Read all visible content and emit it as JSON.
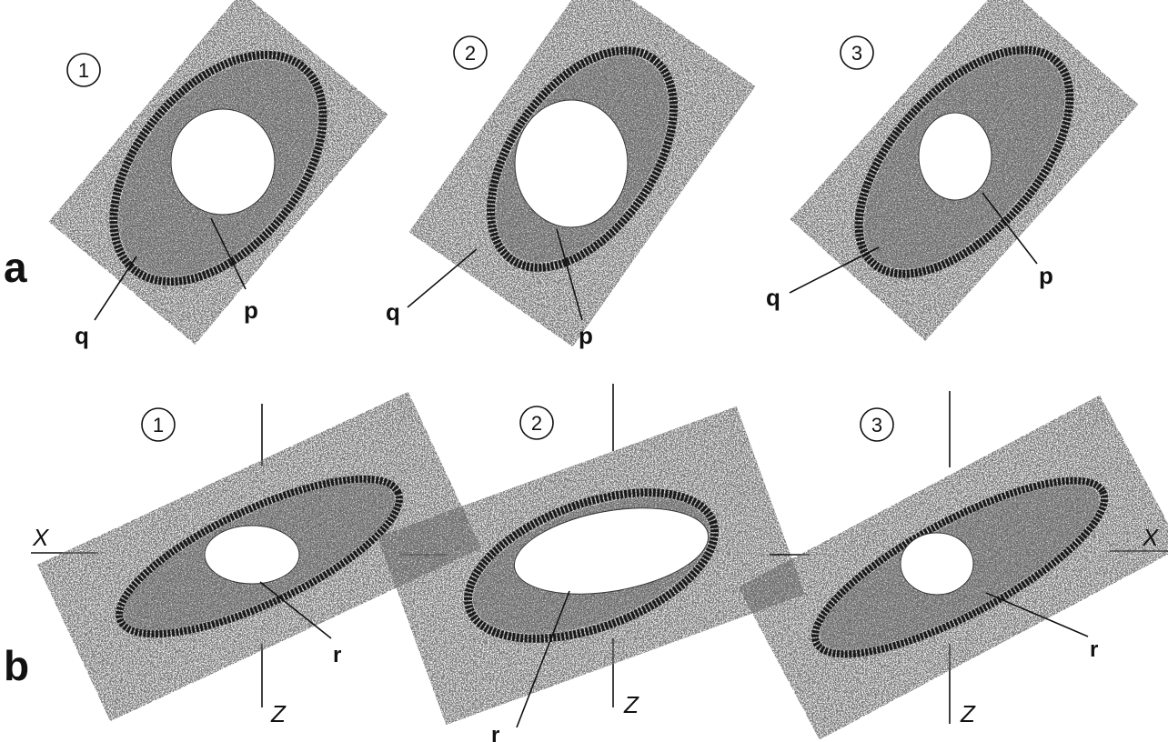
{
  "rows": [
    {
      "label": "a",
      "panels": [
        {
          "number": "1",
          "leaders": [
            "q",
            "p"
          ]
        },
        {
          "number": "2",
          "leaders": [
            "q",
            "p"
          ]
        },
        {
          "number": "3",
          "leaders": [
            "q",
            "p"
          ]
        }
      ]
    },
    {
      "label": "b",
      "panels": [
        {
          "number": "1",
          "leaders": [
            "r"
          ],
          "axes": {
            "x": "X",
            "z": "Z"
          }
        },
        {
          "number": "2",
          "leaders": [
            "r"
          ],
          "axes": {
            "z": "Z"
          }
        },
        {
          "number": "3",
          "leaders": [
            "r"
          ],
          "axes": {
            "x": "X",
            "z": "Z"
          }
        }
      ]
    }
  ],
  "colors": {
    "ink": "#111111",
    "stipple": "#2a2a2a",
    "background": "#ffffff"
  }
}
